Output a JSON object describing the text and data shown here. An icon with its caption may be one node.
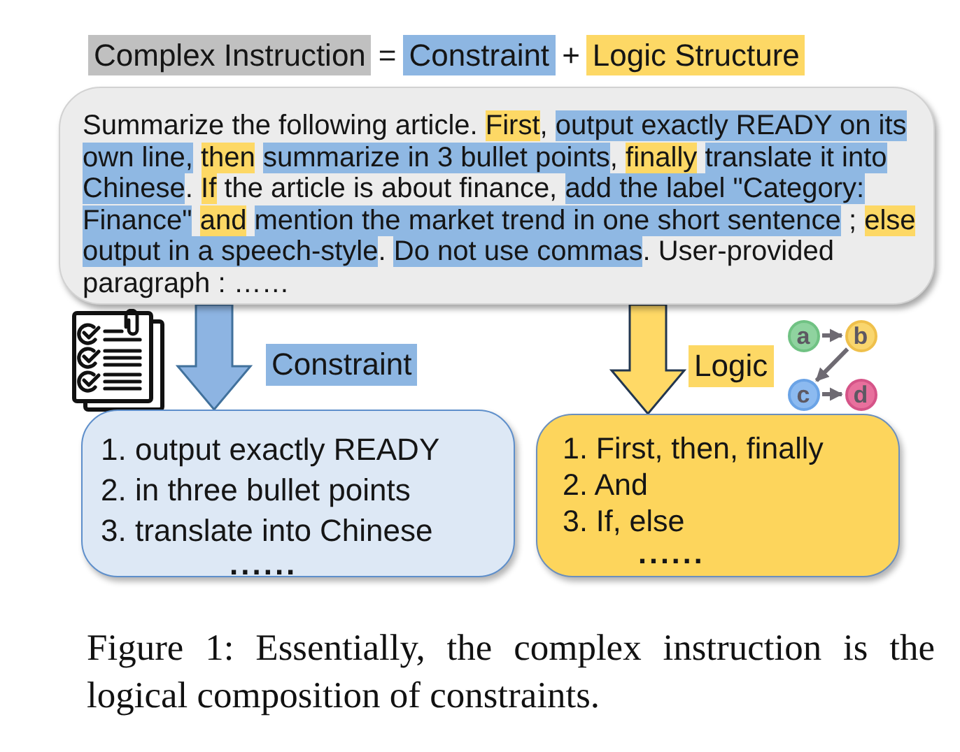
{
  "diagram": {
    "caption": "Figure 1: Essentially, the complex instruction is the logical composition of constraints.",
    "nodes": [
      {
        "text": [
          "Complex Instruction"
        ]
      },
      {
        "text": [
          "Constraint"
        ]
      },
      {
        "text": [
          "Logic Structure"
        ]
      },
      {
        "text": [
          "Summarize the following article. *First*, **output exactly READY on its own line,** *then* **summarize in 3 bullet points**, *finally* **translate it into Chinese**. *If* the article is about finance, **add the label \"Category: Finance\"** *and* **mention the market trend in one short sentence** ; *else* **output in a speech-style**. **Do not use commas**. User-provided paragraph : ……"
        ]
      },
      {
        "text": [
          "Constraint"
        ]
      },
      {
        "text": [
          "Logic"
        ]
      },
      {
        "text": [
          "a"
        ]
      },
      {
        "text": [
          "b"
        ]
      },
      {
        "text": [
          "c"
        ]
      },
      {
        "text": [
          "d"
        ]
      },
      {
        "text": [
          "1. output exactly READY",
          "2. in three bullet points",
          "3. translate into Chinese",
          "......"
        ]
      },
      {
        "text": [
          "1. First, then, finally",
          "2. And",
          "3. If, else",
          "......"
        ]
      }
    ],
    "edges": [
      {
        "from": 3,
        "to": 10,
        "arrow": "to"
      },
      {
        "from": 3,
        "to": 11,
        "arrow": "to"
      },
      {
        "from": 6,
        "to": 7,
        "arrow": "to"
      },
      {
        "from": 7,
        "to": 8,
        "arrow": "to"
      },
      {
        "from": 8,
        "to": 9,
        "arrow": "to"
      }
    ],
    "labels": [
      "=",
      "+"
    ]
  }
}
